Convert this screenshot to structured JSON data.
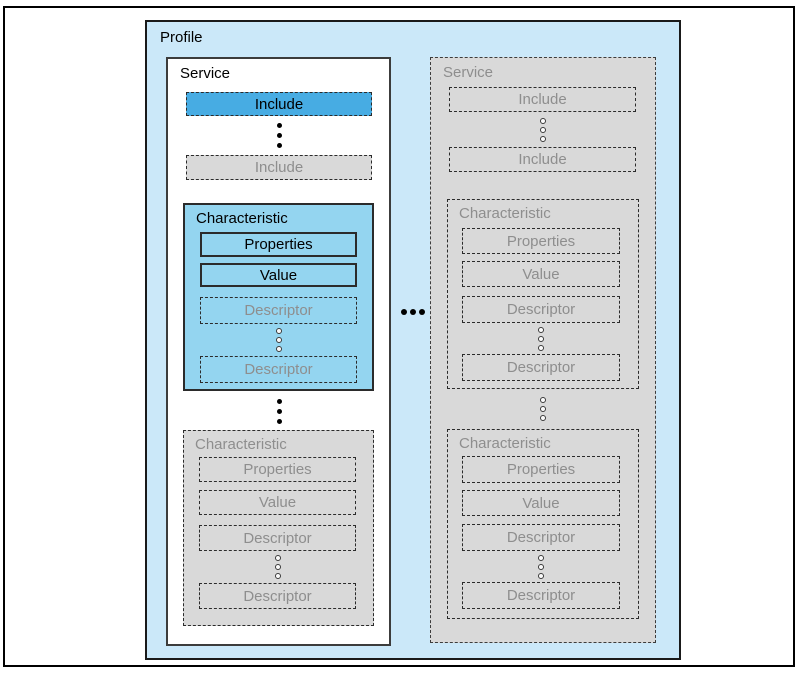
{
  "profile": {
    "label": "Profile"
  },
  "services": [
    {
      "label": "Service",
      "includes": [
        {
          "label": "Include"
        },
        {
          "label": "Include"
        }
      ],
      "characteristics": [
        {
          "label": "Characteristic",
          "properties": "Properties",
          "value": "Value",
          "descriptors": [
            "Descriptor",
            "Descriptor"
          ]
        },
        {
          "label": "Characteristic",
          "properties": "Properties",
          "value": "Value",
          "descriptors": [
            "Descriptor",
            "Descriptor"
          ]
        }
      ]
    },
    {
      "label": "Service",
      "includes": [
        {
          "label": "Include"
        },
        {
          "label": "Include"
        }
      ],
      "characteristics": [
        {
          "label": "Characteristic",
          "properties": "Properties",
          "value": "Value",
          "descriptors": [
            "Descriptor",
            "Descriptor"
          ]
        },
        {
          "label": "Characteristic",
          "properties": "Properties",
          "value": "Value",
          "descriptors": [
            "Descriptor",
            "Descriptor"
          ]
        }
      ]
    }
  ],
  "colors": {
    "profile_bg": "#cbe8f9",
    "include_highlight_bg": "#47ace3",
    "characteristic_highlight_bg": "#94d5f0",
    "muted_bg": "#d9d9d9",
    "muted_text": "#8e8e8e",
    "border_dark": "#2b2b2b"
  }
}
